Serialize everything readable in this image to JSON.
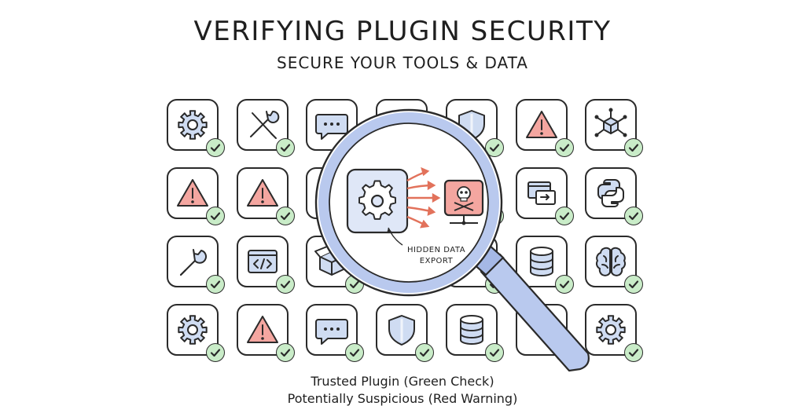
{
  "header": {
    "title": "VERIFYING PLUGIN SECURITY",
    "subtitle": "SECURE YOUR TOOLS & DATA"
  },
  "colors": {
    "trusted": "#c9ecc8",
    "warning": "#f4a6a0",
    "icon_fill": "#cfdcf2",
    "lens": "#b9c9ee",
    "arrow": "#e2725b"
  },
  "grid": {
    "rows": [
      [
        "gear-icon",
        "wrench-screwdriver-icon",
        "chat-bubble-icon",
        "",
        "shield-icon",
        "warning-icon",
        "network-cube-icon"
      ],
      [
        "warning-icon",
        "warning-icon",
        "",
        "",
        "",
        "window-sync-icon",
        "python-logo-icon"
      ],
      [
        "wrench-icon",
        "code-window-icon",
        "box-icon",
        "",
        "",
        "database-icon",
        "brain-icon"
      ],
      [
        "gear-icon",
        "warning-icon",
        "chat-bubble-icon",
        "shield-icon",
        "database-icon",
        "",
        "gear-icon"
      ]
    ]
  },
  "magnifier": {
    "callout_line1": "HIDDEN DATA",
    "callout_line2": "EXPORT"
  },
  "legend": {
    "trusted": "Trusted Plugin (Green Check)",
    "suspicious": "Potentially Suspicious (Red Warning)"
  }
}
